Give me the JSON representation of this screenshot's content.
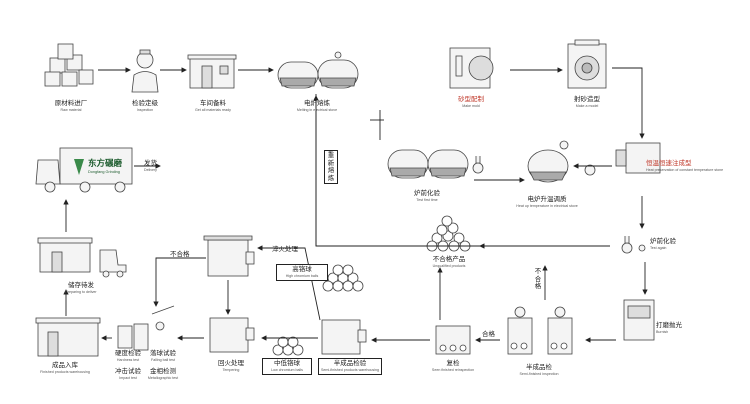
{
  "steps": {
    "raw_material": {
      "zh": "原材料进厂",
      "en": "Raw material"
    },
    "inspection": {
      "zh": "检验定级",
      "en": "Inspection"
    },
    "workshop_prep": {
      "zh": "车间备料",
      "en": "Get all materials ready"
    },
    "furnace_smelt": {
      "zh": "电炉熔炼",
      "en": "Melting in electrical stove"
    },
    "sand_mold": {
      "zh": "砂型配制",
      "en": "Make mold"
    },
    "make_mold": {
      "zh": "射砂造型",
      "en": "Make a model"
    },
    "preheat_mold": {
      "zh": "恒温恒速注成型",
      "en": "Heat preservation of constant temperature stone"
    },
    "hot_furnace": {
      "zh": "炉前化验",
      "en": "Test first time"
    },
    "furnace_raise": {
      "zh": "电炉升温调质",
      "en": "Heat up temperature in electrical stove"
    },
    "test_again": {
      "zh": "炉前化验",
      "en": "Test again"
    },
    "delivery": {
      "zh": "发货",
      "en": "Delivery"
    },
    "storage": {
      "zh": "储存待发",
      "en": "Preparing to deliver"
    },
    "unqualified_products": {
      "zh": "不合格产品",
      "en": "Unqualified products"
    },
    "grinding": {
      "zh": "打磨抛光",
      "en": "Burnish"
    },
    "quench": {
      "zh": "淬火处理",
      "en": ""
    },
    "high_chrome": {
      "zh": "高铬球",
      "en": "High chromium balls"
    },
    "finished_storage": {
      "zh": "成品入库",
      "en": "Finished products warehousing"
    },
    "tempering": {
      "zh": "回火处理",
      "en": "Tempering"
    },
    "mid_chrome": {
      "zh": "中低铬球",
      "en": "Low chromium balls"
    },
    "semi_inspection": {
      "zh": "半成品检验",
      "en": "Semi-finished products warehousing"
    },
    "recheck": {
      "zh": "复检",
      "en": "Seen finished reinspection"
    },
    "semi_check": {
      "zh": "半成品检",
      "en": "Semi-finished inspection"
    },
    "hardness_test": {
      "zh": "硬度检验",
      "en": "Hardness test"
    },
    "impact_test": {
      "zh": "冲击试验",
      "en": "Impact test"
    },
    "fall_test": {
      "zh": "落球试验",
      "en": "Falling ball test"
    },
    "metallographic": {
      "zh": "金相检测",
      "en": "Metallographic test"
    }
  },
  "labels": {
    "re_smelt": "重新熔炼",
    "unqualified_left": "不合格",
    "unqualified_right": "不合格",
    "qualified": "合格"
  },
  "brand": {
    "zh": "东方碾磨",
    "en": "Dongfang Grinding"
  },
  "colors": {
    "line": "#222222",
    "brand_green": "#1d5c2e",
    "highlight": "#c0392b"
  }
}
